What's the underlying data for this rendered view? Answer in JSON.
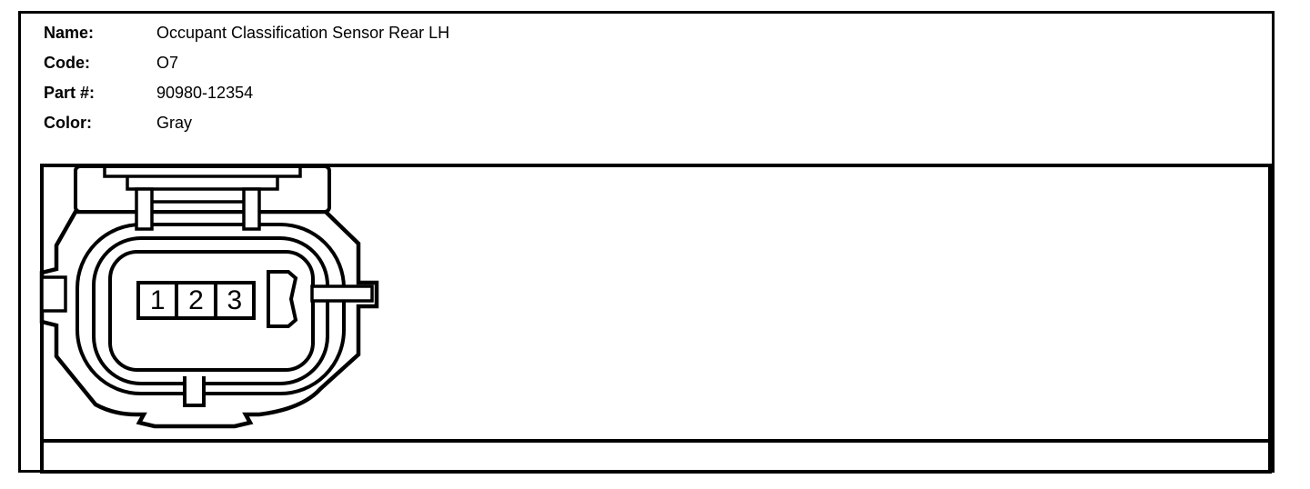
{
  "page": {
    "background": "#ffffff",
    "line_color": "#000000"
  },
  "header": {
    "fields": [
      {
        "label": "Name:",
        "value": "Occupant Classification Sensor Rear LH"
      },
      {
        "label": "Code:",
        "value": "O7"
      },
      {
        "label": "Part #:",
        "value": "90980-12354"
      },
      {
        "label": "Color:",
        "value": "Gray"
      }
    ]
  },
  "diagram": {
    "type": "connector-face-view",
    "pin_count": 3,
    "pin_labels": [
      "1",
      "2",
      "3"
    ]
  }
}
